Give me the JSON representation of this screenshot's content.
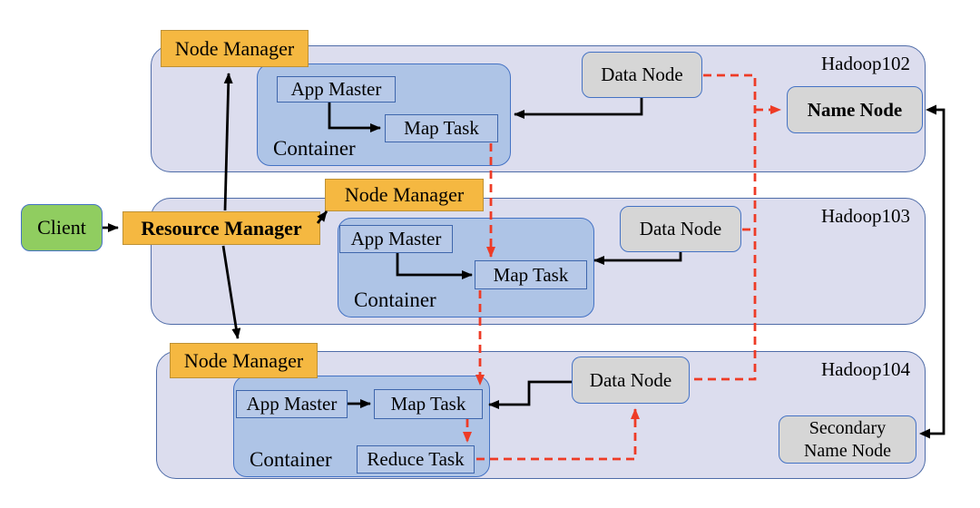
{
  "diagram": {
    "client": {
      "label": "Client"
    },
    "resource_manager": {
      "label": "Resource Manager"
    },
    "hosts": [
      {
        "name": "Hadoop102",
        "node_manager": "Node Manager",
        "container": {
          "label": "Container",
          "app_master": "App Master",
          "map_task": "Map Task"
        },
        "data_node": "Data Node",
        "name_node": "Name Node"
      },
      {
        "name": "Hadoop103",
        "node_manager": "Node Manager",
        "container": {
          "label": "Container",
          "app_master": "App Master",
          "map_task": "Map Task"
        },
        "data_node": "Data Node"
      },
      {
        "name": "Hadoop104",
        "node_manager": "Node Manager",
        "container": {
          "label": "Container",
          "app_master": "App Master",
          "map_task": "Map Task",
          "reduce_task": "Reduce Task"
        },
        "data_node": "Data Node",
        "secondary_name_node": "Secondary Name Node"
      }
    ]
  },
  "colors": {
    "host_fill": "#dcddee",
    "host_border": "#4f6ca8",
    "container_fill": "#aec4e6",
    "container_border": "#4472c4",
    "task_fill": "#b7c9e8",
    "manager_fill": "#f5b841",
    "manager_border": "#bd9136",
    "client_fill": "#90cd60",
    "storage_fill": "#d6d6d6",
    "black_arrow": "#000000",
    "red_arrow": "#ee3b26"
  }
}
